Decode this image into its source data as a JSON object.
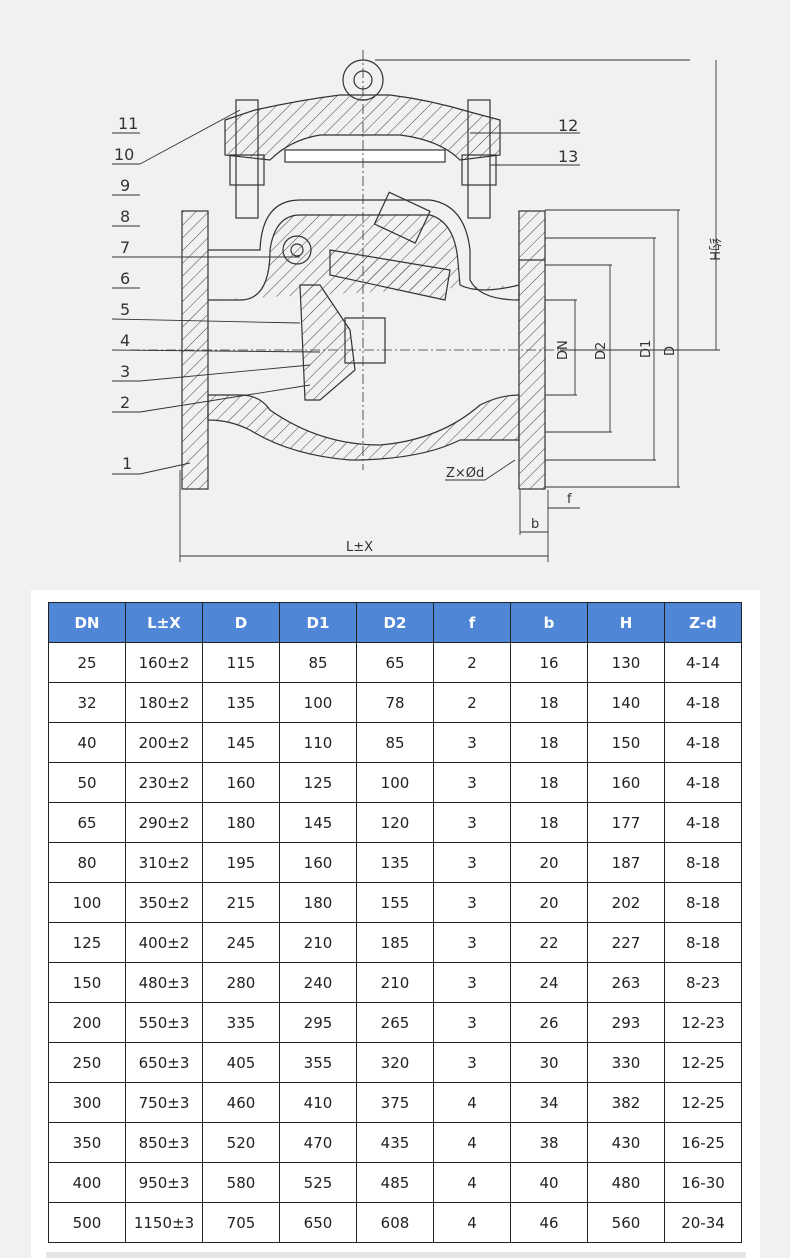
{
  "drawing": {
    "part_numbers": [
      "11",
      "10",
      "9",
      "8",
      "7",
      "6",
      "5",
      "4",
      "3",
      "2",
      "1",
      "12",
      "13"
    ],
    "dimension_labels": {
      "dn": "DN",
      "d2": "D2",
      "d1": "D1",
      "d": "D",
      "h": "约H",
      "holes": "Z×Ød",
      "f": "f",
      "b": "b",
      "length": "L±X"
    }
  },
  "table": {
    "headers": [
      "DN",
      "L±X",
      "D",
      "D1",
      "D2",
      "f",
      "b",
      "H",
      "Z-d"
    ],
    "rows": [
      [
        "25",
        "160±2",
        "115",
        "85",
        "65",
        "2",
        "16",
        "130",
        "4-14"
      ],
      [
        "32",
        "180±2",
        "135",
        "100",
        "78",
        "2",
        "18",
        "140",
        "4-18"
      ],
      [
        "40",
        "200±2",
        "145",
        "110",
        "85",
        "3",
        "18",
        "150",
        "4-18"
      ],
      [
        "50",
        "230±2",
        "160",
        "125",
        "100",
        "3",
        "18",
        "160",
        "4-18"
      ],
      [
        "65",
        "290±2",
        "180",
        "145",
        "120",
        "3",
        "18",
        "177",
        "4-18"
      ],
      [
        "80",
        "310±2",
        "195",
        "160",
        "135",
        "3",
        "20",
        "187",
        "8-18"
      ],
      [
        "100",
        "350±2",
        "215",
        "180",
        "155",
        "3",
        "20",
        "202",
        "8-18"
      ],
      [
        "125",
        "400±2",
        "245",
        "210",
        "185",
        "3",
        "22",
        "227",
        "8-18"
      ],
      [
        "150",
        "480±3",
        "280",
        "240",
        "210",
        "3",
        "24",
        "263",
        "8-23"
      ],
      [
        "200",
        "550±3",
        "335",
        "295",
        "265",
        "3",
        "26",
        "293",
        "12-23"
      ],
      [
        "250",
        "650±3",
        "405",
        "355",
        "320",
        "3",
        "30",
        "330",
        "12-25"
      ],
      [
        "300",
        "750±3",
        "460",
        "410",
        "375",
        "4",
        "34",
        "382",
        "12-25"
      ],
      [
        "350",
        "850±3",
        "520",
        "470",
        "435",
        "4",
        "38",
        "430",
        "16-25"
      ],
      [
        "400",
        "950±3",
        "580",
        "525",
        "485",
        "4",
        "40",
        "480",
        "16-30"
      ],
      [
        "500",
        "1150±3",
        "705",
        "650",
        "608",
        "4",
        "46",
        "560",
        "20-34"
      ]
    ]
  },
  "colors": {
    "header_bg": "#4f86d6",
    "header_text": "#ffffff",
    "grid": "#222222"
  }
}
